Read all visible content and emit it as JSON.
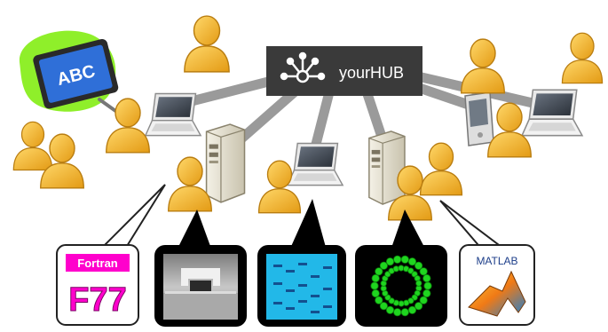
{
  "hub": {
    "label": "yourHUB"
  },
  "tablet": {
    "text": "ABC"
  },
  "tools": {
    "fortran": {
      "badge": "Fortran",
      "big": "F77"
    },
    "matlab": {
      "title": "MATLAB"
    }
  },
  "colors": {
    "hub_bg": "#3a3a3a",
    "beam": "#9a9a9a",
    "person_fill": "#f1b52f",
    "person_shade": "#d4941a",
    "fortran_magenta": "#ff00cc",
    "tablet_green": "#8fef2a",
    "tablet_blue": "#2f6fd8",
    "dna_cyan": "#22b8e8",
    "ring_green": "#1fd51f"
  }
}
